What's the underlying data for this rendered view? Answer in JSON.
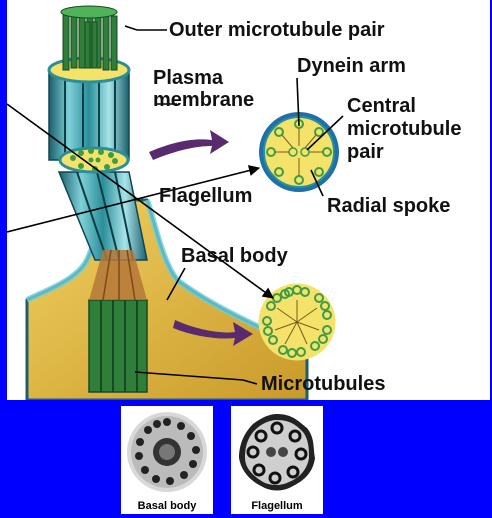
{
  "labels": {
    "outer_pair": "Outer microtubule pair",
    "plasma_membrane_line1": "Plasma",
    "plasma_membrane_line2": "membrane",
    "dynein_arm": "Dynein arm",
    "central_pair_line1": "Central",
    "central_pair_line2": "microtubule",
    "central_pair_line3": "pair",
    "flagellum": "Flagellum",
    "radial_spoke": "Radial spoke",
    "basal_body": "Basal body",
    "microtubules": "Microtubules"
  },
  "micrographs": [
    {
      "caption": "Basal body"
    },
    {
      "caption": "Flagellum"
    }
  ],
  "colors": {
    "background": "#0000ff",
    "panel": "#ffffff",
    "membrane_teal": "#2a8f9a",
    "cytoplasm_gold": "#e8c24a",
    "section_fill": "#f5e26a",
    "microtubule_green": "#3e9c47",
    "arrow_purple": "#5a2a6e"
  }
}
